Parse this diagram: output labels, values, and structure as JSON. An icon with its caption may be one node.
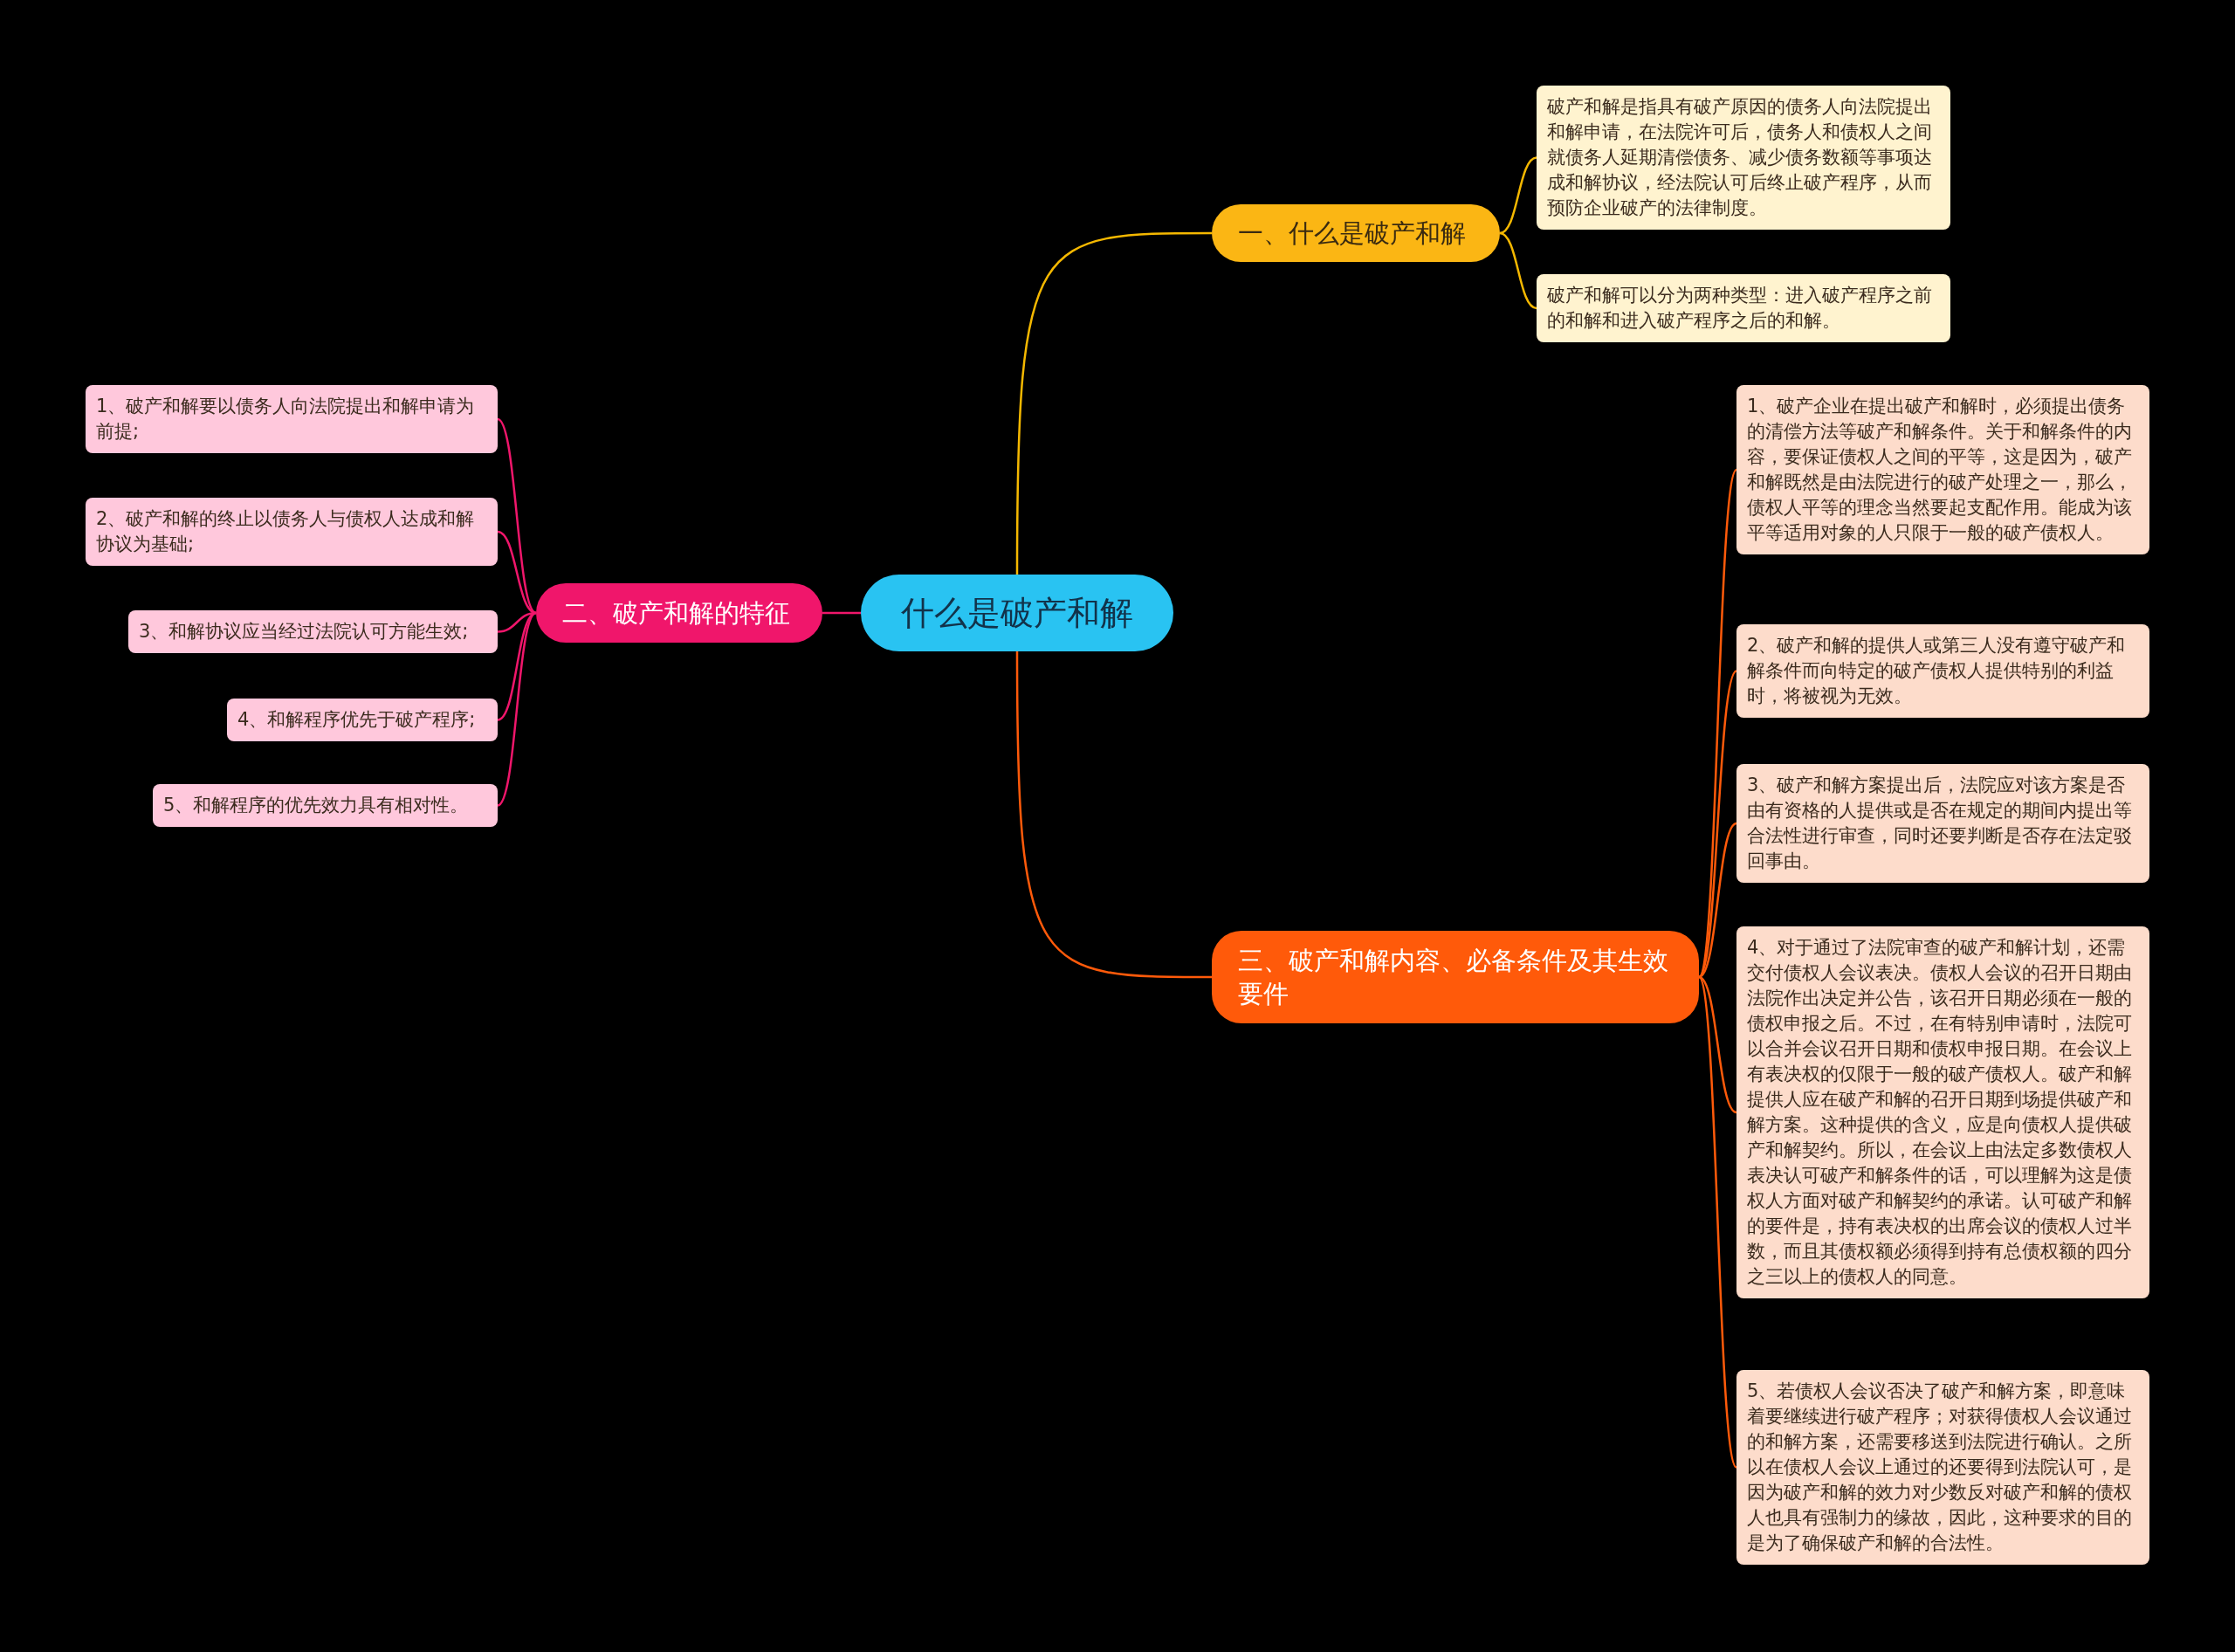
{
  "diagram": {
    "nodes": [
      {
        "text": [
          "什么是破产和解"
        ]
      },
      {
        "text": [
          "一、什么是破产和解"
        ]
      },
      {
        "text": [
          "破产和解是指具有破产原因的债务人向法院提出和解申请，在法院许可后，债务人和债权人之间就债务人延期清偿债务、减少债务数额等事项达成和解协议，经法院认可后终止破产程序，从而预防企业破产的法律制度。"
        ]
      },
      {
        "text": [
          "破产和解可以分为两种类型：进入破产程序之前的和解和进入破产程序之后的和解。"
        ]
      },
      {
        "text": [
          "二、破产和解的特征"
        ]
      },
      {
        "text": [
          "1、破产和解要以债务人向法院提出和解申请为前提;"
        ]
      },
      {
        "text": [
          "2、破产和解的终止以债务人与债权人达成和解协议为基础;"
        ]
      },
      {
        "text": [
          "3、和解协议应当经过法院认可方能生效;"
        ]
      },
      {
        "text": [
          "4、和解程序优先于破产程序;"
        ]
      },
      {
        "text": [
          "5、和解程序的优先效力具有相对性。"
        ]
      },
      {
        "text": [
          "三、破产和解内容、必备条件及其生效要件"
        ]
      },
      {
        "text": [
          "1、破产企业在提出破产和解时，必须提出债务的清偿方法等破产和解条件。关于和解条件的内容，要保证债权人之间的平等，这是因为，破产和解既然是由法院进行的破产处理之一，那么，债权人平等的理念当然要起支配作用。能成为该平等适用对象的人只限于一般的破产债权人。"
        ]
      },
      {
        "text": [
          "2、破产和解的提供人或第三人没有遵守破产和解条件而向特定的破产债权人提供特别的利益时，将被视为无效。"
        ]
      },
      {
        "text": [
          "3、破产和解方案提出后，法院应对该方案是否由有资格的人提供或是否在规定的期间内提出等合法性进行审查，同时还要判断是否存在法定驳回事由。"
        ]
      },
      {
        "text": [
          "4、对于通过了法院审查的破产和解计划，还需交付债权人会议表决。债权人会议的召开日期由法院作出决定并公告，该召开日期必须在一般的债权申报之后。不过，在有特别申请时，法院可以合并会议召开日期和债权申报日期。在会议上有表决权的仅限于一般的破产债权人。破产和解提供人应在破产和解的召开日期到场提供破产和解方案。这种提供的含义，应是向债权人提供破产和解契约。所以，在会议上由法定多数债权人表决认可破产和解条件的话，可以理解为这是债权人方面对破产和解契约的承诺。认可破产和解的要件是，持有表决权的出席会议的债权人过半数，而且其债权额必须得到持有总债权额的四分之三以上的债权人的同意。"
        ]
      },
      {
        "text": [
          "5、若债权人会议否决了破产和解方案，即意味着要继续进行破产程序；对获得债权人会议通过的和解方案，还需要移送到法院进行确认。之所以在债权人会议上通过的还要得到法院认可，是因为破产和解的效力对少数反对破产和解的债权人也具有强制力的缘故，因此，这种要求的目的是为了确保破产和解的合法性。"
        ]
      }
    ],
    "edges": [
      {
        "from": 0,
        "to": 1,
        "arrow": "none",
        "color": "#f5b800"
      },
      {
        "from": 1,
        "to": 2,
        "arrow": "none",
        "color": "#f5b800"
      },
      {
        "from": 1,
        "to": 3,
        "arrow": "none",
        "color": "#f5b800"
      },
      {
        "from": 0,
        "to": 4,
        "arrow": "none",
        "color": "#f0166b"
      },
      {
        "from": 4,
        "to": 5,
        "arrow": "none",
        "color": "#f0166b"
      },
      {
        "from": 4,
        "to": 6,
        "arrow": "none",
        "color": "#f0166b"
      },
      {
        "from": 4,
        "to": 7,
        "arrow": "none",
        "color": "#f0166b"
      },
      {
        "from": 4,
        "to": 8,
        "arrow": "none",
        "color": "#f0166b"
      },
      {
        "from": 4,
        "to": 9,
        "arrow": "none",
        "color": "#f0166b"
      },
      {
        "from": 0,
        "to": 10,
        "arrow": "none",
        "color": "#ff5a0a"
      },
      {
        "from": 10,
        "to": 11,
        "arrow": "none",
        "color": "#ff5a0a"
      },
      {
        "from": 10,
        "to": 12,
        "arrow": "none",
        "color": "#ff5a0a"
      },
      {
        "from": 10,
        "to": 13,
        "arrow": "none",
        "color": "#ff5a0a"
      },
      {
        "from": 10,
        "to": 14,
        "arrow": "none",
        "color": "#ff5a0a"
      },
      {
        "from": 10,
        "to": 15,
        "arrow": "none",
        "color": "#ff5a0a"
      }
    ]
  }
}
